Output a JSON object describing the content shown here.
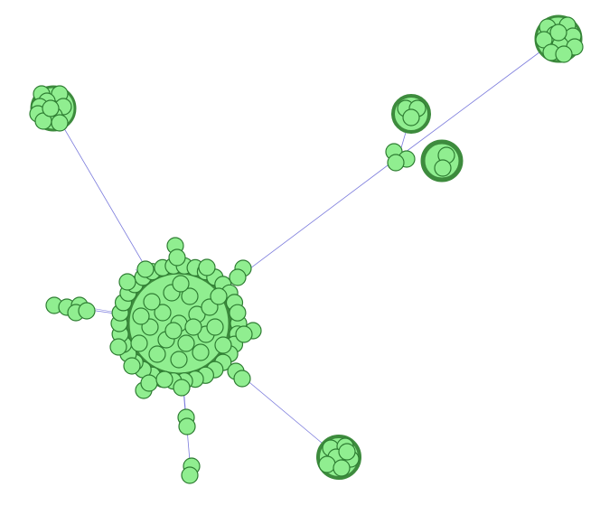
{
  "colors": {
    "background": "#ffffff",
    "node_fill": "#90ee90",
    "node_stroke": "#2e7d32",
    "cluster_ring": "#3d8b3d",
    "edge": "#7b7bdc"
  },
  "graph": {
    "type": "network",
    "clusters": [
      {
        "id": "hub",
        "label": "",
        "size": "large"
      },
      {
        "id": "top-left",
        "label": "",
        "size": "medium"
      },
      {
        "id": "top-right",
        "label": "",
        "size": "medium"
      },
      {
        "id": "mid-right-a",
        "label": "",
        "size": "small"
      },
      {
        "id": "mid-right-b",
        "label": "",
        "size": "small"
      },
      {
        "id": "mid-right-link",
        "label": "",
        "size": "small"
      },
      {
        "id": "bottom-right",
        "label": "",
        "size": "medium"
      },
      {
        "id": "left-chain",
        "label": "",
        "size": "small"
      },
      {
        "id": "bottom-chain",
        "label": "",
        "size": "small"
      }
    ],
    "edges": [
      {
        "from": "hub",
        "to": "top-left"
      },
      {
        "from": "hub",
        "to": "mid-right-link"
      },
      {
        "from": "mid-right-link",
        "to": "top-right"
      },
      {
        "from": "mid-right-link",
        "to": "mid-right-a"
      },
      {
        "from": "hub",
        "to": "bottom-right"
      },
      {
        "from": "hub",
        "to": "left-chain"
      },
      {
        "from": "hub",
        "to": "bottom-chain"
      }
    ]
  }
}
